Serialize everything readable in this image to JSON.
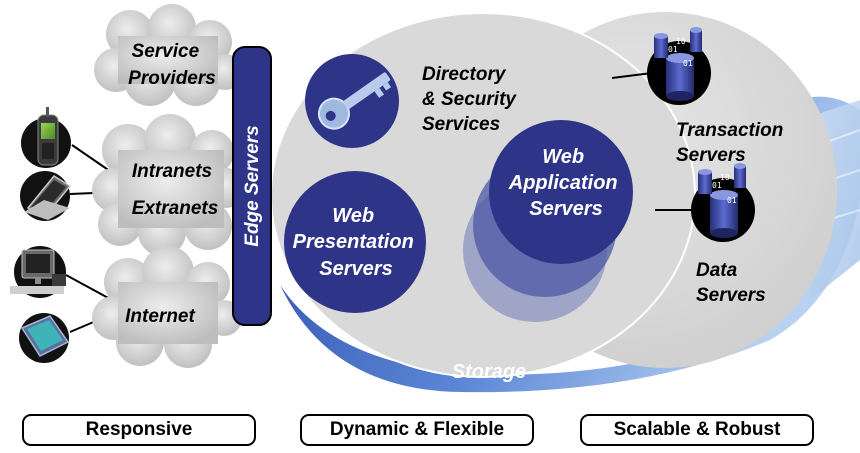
{
  "clouds": {
    "service_providers": [
      "Service",
      "Providers"
    ],
    "intranets": "Intranets",
    "extranets": "Extranets",
    "internet": "Internet"
  },
  "edge_servers": "Edge Servers",
  "services": {
    "directory_security": [
      "Directory",
      "& Security",
      "Services"
    ],
    "web_presentation": [
      "Web",
      "Presentation",
      "Servers"
    ],
    "web_application": [
      "Web",
      "Application",
      "Servers"
    ],
    "transaction": [
      "Transaction",
      "Servers"
    ],
    "data": [
      "Data",
      "Servers"
    ]
  },
  "storage": "Storage",
  "pills": {
    "responsive": "Responsive",
    "dynamic_flexible": "Dynamic & Flexible",
    "scalable_robust": "Scalable & Robust"
  },
  "devices": [
    "mobile-phone-icon",
    "laptop-icon",
    "desktop-computer-icon",
    "tablet-icon"
  ],
  "colors": {
    "navy": "#2e3487",
    "cloud": "#d6d6d6",
    "ellipse": "#dcdcdc",
    "storage_blue": "#3a5fb8"
  }
}
